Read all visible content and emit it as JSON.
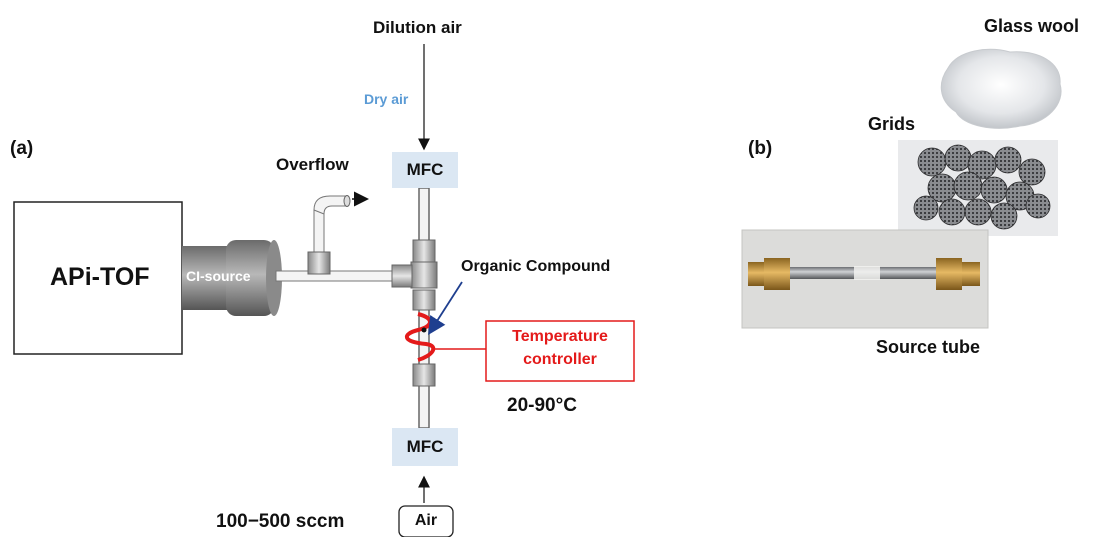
{
  "panel_a": {
    "label": "(a)",
    "dilution_air": "Dilution air",
    "dry_air": "Dry air",
    "mfc_top": "MFC",
    "overflow": "Overflow",
    "instrument": "APi-TOF",
    "ci_source": "CI-source",
    "organic_compound": "Organic Compound",
    "temperature_controller_line1": "Temperature",
    "temperature_controller_line2": "controller",
    "temperature_range": "20-90°C",
    "mfc_bottom": "MFC",
    "flow_rate": "100−500 sccm",
    "air": "Air",
    "colors": {
      "dry_air": "#5b9bd5",
      "temperature": "#e41a1a",
      "arrow": "#1f3f8f"
    }
  },
  "panel_b": {
    "label": "(b)",
    "glass_wool": "Glass wool",
    "grids": "Grids",
    "source_tube": "Source tube"
  }
}
